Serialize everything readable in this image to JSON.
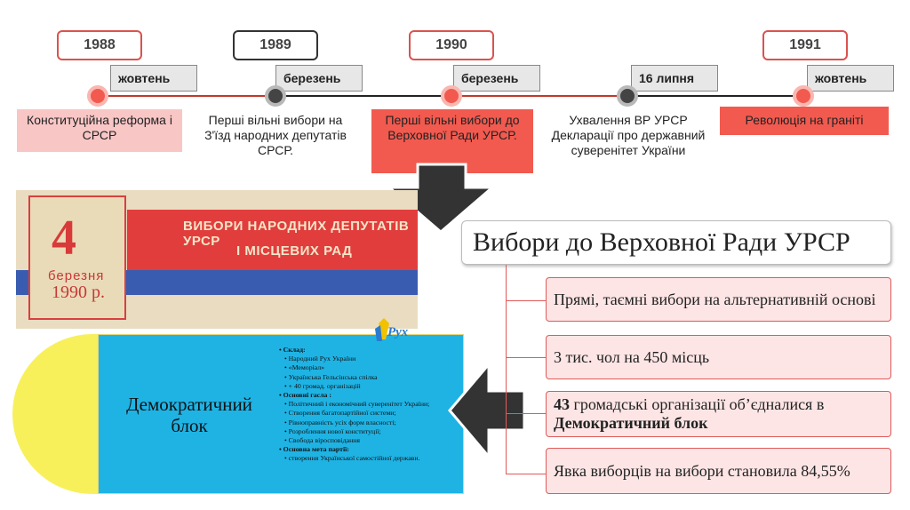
{
  "timeline": [
    {
      "year": "1988",
      "month": "жовтень",
      "event": "Конституційна реформа і СРСР"
    },
    {
      "year": "1989",
      "month": "березень",
      "event": "Перші вільні вибори на З'їзд народних депутатів СРСР."
    },
    {
      "year": "1990",
      "month": "березень",
      "event": "Перші вільні вибори  до Верховної Ради УРСР."
    },
    {
      "year": "",
      "month": "16 липня",
      "event": "Ухвалення ВР УРСР Декларації про державний суверенітет України"
    },
    {
      "year": "1991",
      "month": "жовтень",
      "event": "Революція на граніті"
    }
  ],
  "poster": {
    "day": "4",
    "month": "березня",
    "year": "1990 р.",
    "headline_line1": "ВИБОРИ НАРОДНИХ ДЕПУТАТІВ УРСР",
    "headline_line2": "І МІСЦЕВИХ РАД"
  },
  "rada": {
    "title": "Вибори до Верховної Ради УРСР",
    "items": [
      {
        "text": "Прямі, таємні вибори на альтернативній основі"
      },
      {
        "text": "3 тис. чол на 450 місць"
      },
      {
        "bold_prefix": "43",
        "text": " громадські організації об’єдналися в ",
        "bold_suffix": "Демократичний блок"
      },
      {
        "text": "Явка виборців на вибори становила 84,55%"
      }
    ]
  },
  "demo_block": {
    "title": "Демократичний блок",
    "logo": "Рух",
    "lines": [
      {
        "t": "• Склад:",
        "k": "h"
      },
      {
        "t": "• Народний Рух України",
        "k": "i"
      },
      {
        "t": "• «Меморіал»",
        "k": "i"
      },
      {
        "t": "• Українська Гельсінська спілка",
        "k": "i"
      },
      {
        "t": "• + 40 громад. організацій",
        "k": "i"
      },
      {
        "t": "• Основні гасла :",
        "k": "h"
      },
      {
        "t": "• Політичний і економічний суверенітет України;",
        "k": "i"
      },
      {
        "t": "• Створення багатопартійної системи;",
        "k": "i"
      },
      {
        "t": "• Рівноправність усіх форм власності;",
        "k": "i"
      },
      {
        "t": "• Розроблення нової конституції;",
        "k": "i"
      },
      {
        "t": "• Свобода віросповідання",
        "k": "i"
      },
      {
        "t": "• Основна мета партії:",
        "k": "h"
      },
      {
        "t": "• створення Української самостійної держави.",
        "k": "i"
      }
    ]
  },
  "colors": {
    "accent_red": "#f25a4f",
    "event_highlight": "#f25a4f",
    "event_light": "#f9c6c6",
    "item_fill": "#fde5e5",
    "demo_blue": "#1fb3e4",
    "demo_yellow": "#f7f05b"
  }
}
